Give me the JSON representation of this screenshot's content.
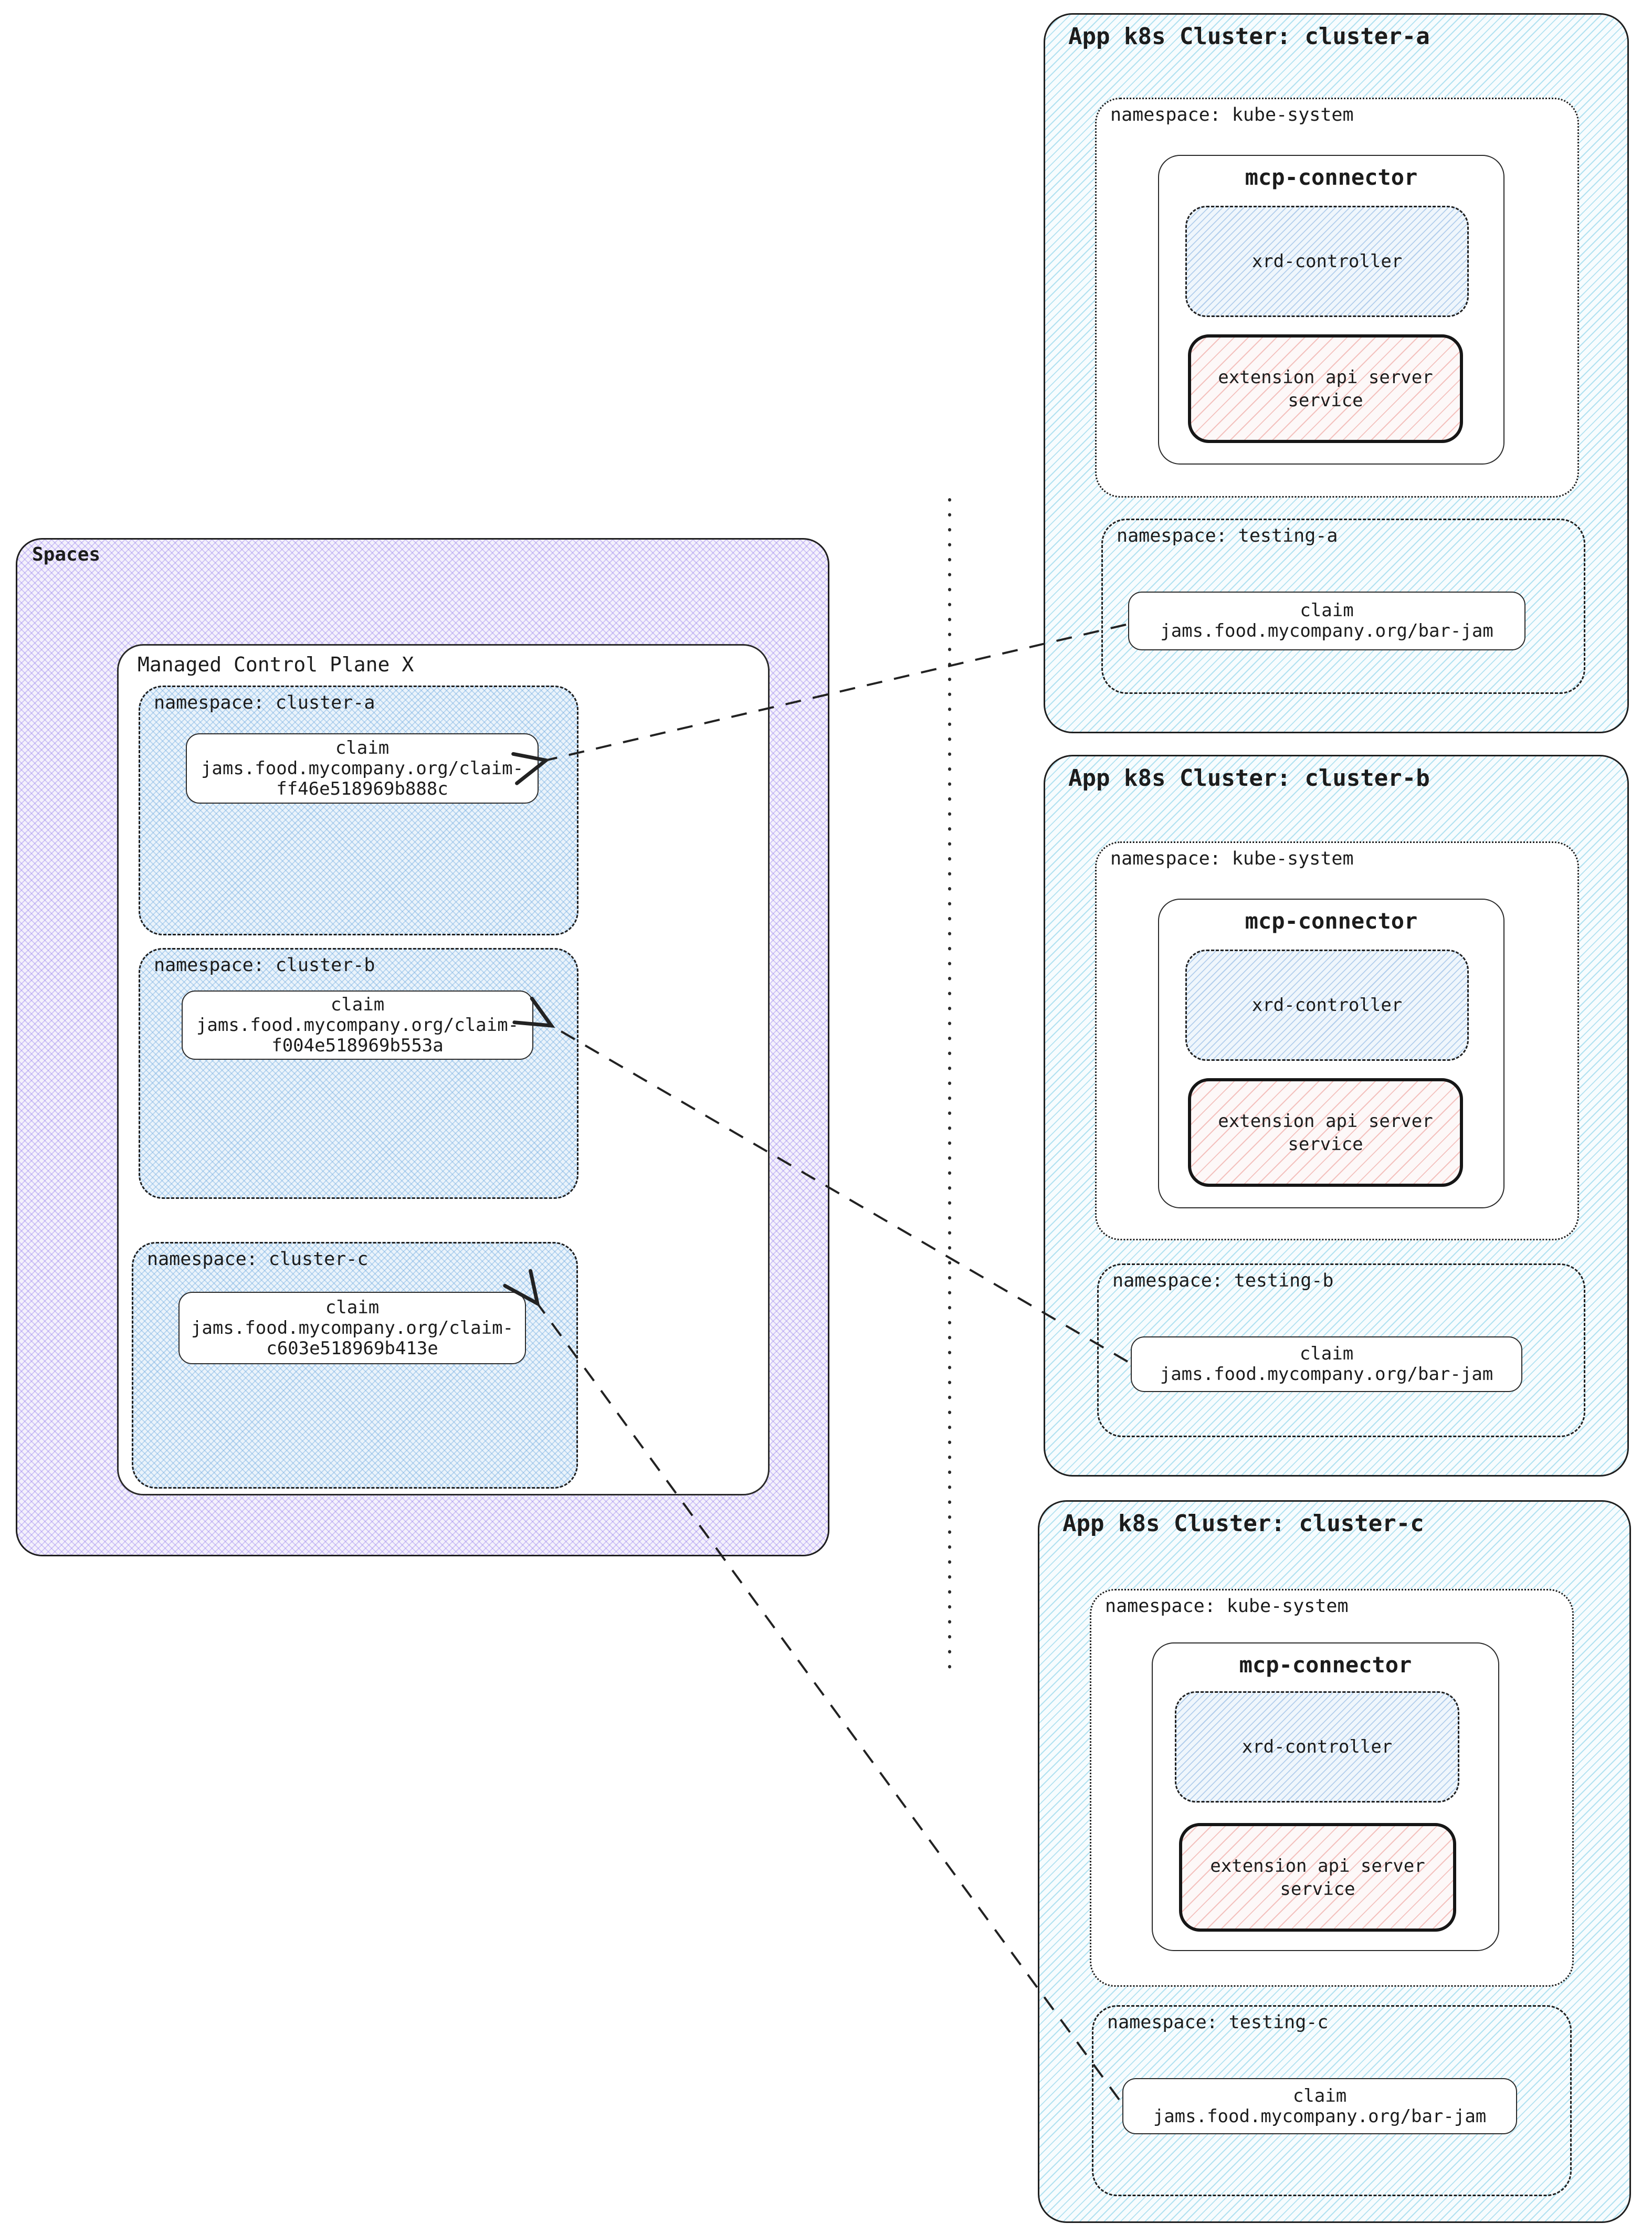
{
  "spaces": {
    "label": "Spaces",
    "mcp": {
      "title": "Managed Control Plane X",
      "namespaces": [
        {
          "label": "namespace: cluster-a",
          "claim_line1": "claim",
          "claim_line2": "jams.food.mycompany.org/claim-",
          "claim_line3": "ff46e518969b888c"
        },
        {
          "label": "namespace: cluster-b",
          "claim_line1": "claim",
          "claim_line2": "jams.food.mycompany.org/claim-",
          "claim_line3": "f004e518969b553a"
        },
        {
          "label": "namespace: cluster-c",
          "claim_line1": "claim",
          "claim_line2": "jams.food.mycompany.org/claim-",
          "claim_line3": "c603e518969b413e"
        }
      ]
    }
  },
  "clusters": [
    {
      "title": "App k8s Cluster: cluster-a",
      "kube_label": "namespace: kube-system",
      "connector_title": "mcp-connector",
      "xrd_label": "xrd-controller",
      "ext_line1": "extension api server",
      "ext_line2": "service",
      "testing_label": "namespace: testing-a",
      "claim_line1": "claim",
      "claim_line2": "jams.food.mycompany.org/bar-jam"
    },
    {
      "title": "App k8s Cluster: cluster-b",
      "kube_label": "namespace: kube-system",
      "connector_title": "mcp-connector",
      "xrd_label": "xrd-controller",
      "ext_line1": "extension api server",
      "ext_line2": "service",
      "testing_label": "namespace: testing-b",
      "claim_line1": "claim",
      "claim_line2": "jams.food.mycompany.org/bar-jam"
    },
    {
      "title": "App k8s Cluster: cluster-c",
      "kube_label": "namespace: kube-system",
      "connector_title": "mcp-connector",
      "xrd_label": "xrd-controller",
      "ext_line1": "extension api server",
      "ext_line2": "service",
      "testing_label": "namespace: testing-c",
      "claim_line1": "claim",
      "claim_line2": "jams.food.mycompany.org/bar-jam"
    }
  ],
  "colors": {
    "cluster_hatch": "#78ccE6",
    "spaces_hatch": "#947eec",
    "namespace_hatch": "#76aee0",
    "xrd_hatch": "#76a5dc",
    "ext_hatch": "#ec948e",
    "border": "#1f1f1f",
    "background": "#ffffff"
  }
}
